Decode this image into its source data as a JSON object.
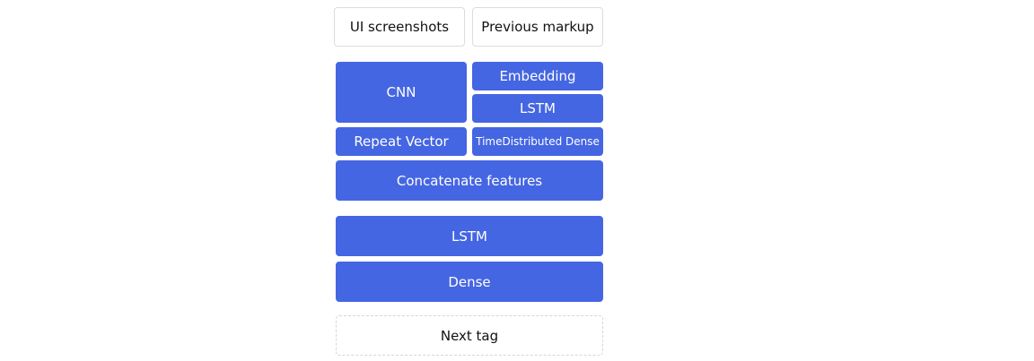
{
  "diagram": {
    "inputs": {
      "ui_screenshots": "UI screenshots",
      "previous_markup": "Previous markup"
    },
    "layers": {
      "cnn": "CNN",
      "embedding": "Embedding",
      "lstm_markup": "LSTM",
      "repeat_vector": "Repeat Vector",
      "time_distributed_dense": "TimeDistributed Dense",
      "concatenate": "Concatenate features",
      "lstm_decoder": "LSTM",
      "dense": "Dense"
    },
    "output": {
      "next_tag": "Next tag"
    },
    "colors": {
      "layer": "#4566e2",
      "layer_text": "#ffffff",
      "input_border": "#dcdcdc"
    }
  }
}
